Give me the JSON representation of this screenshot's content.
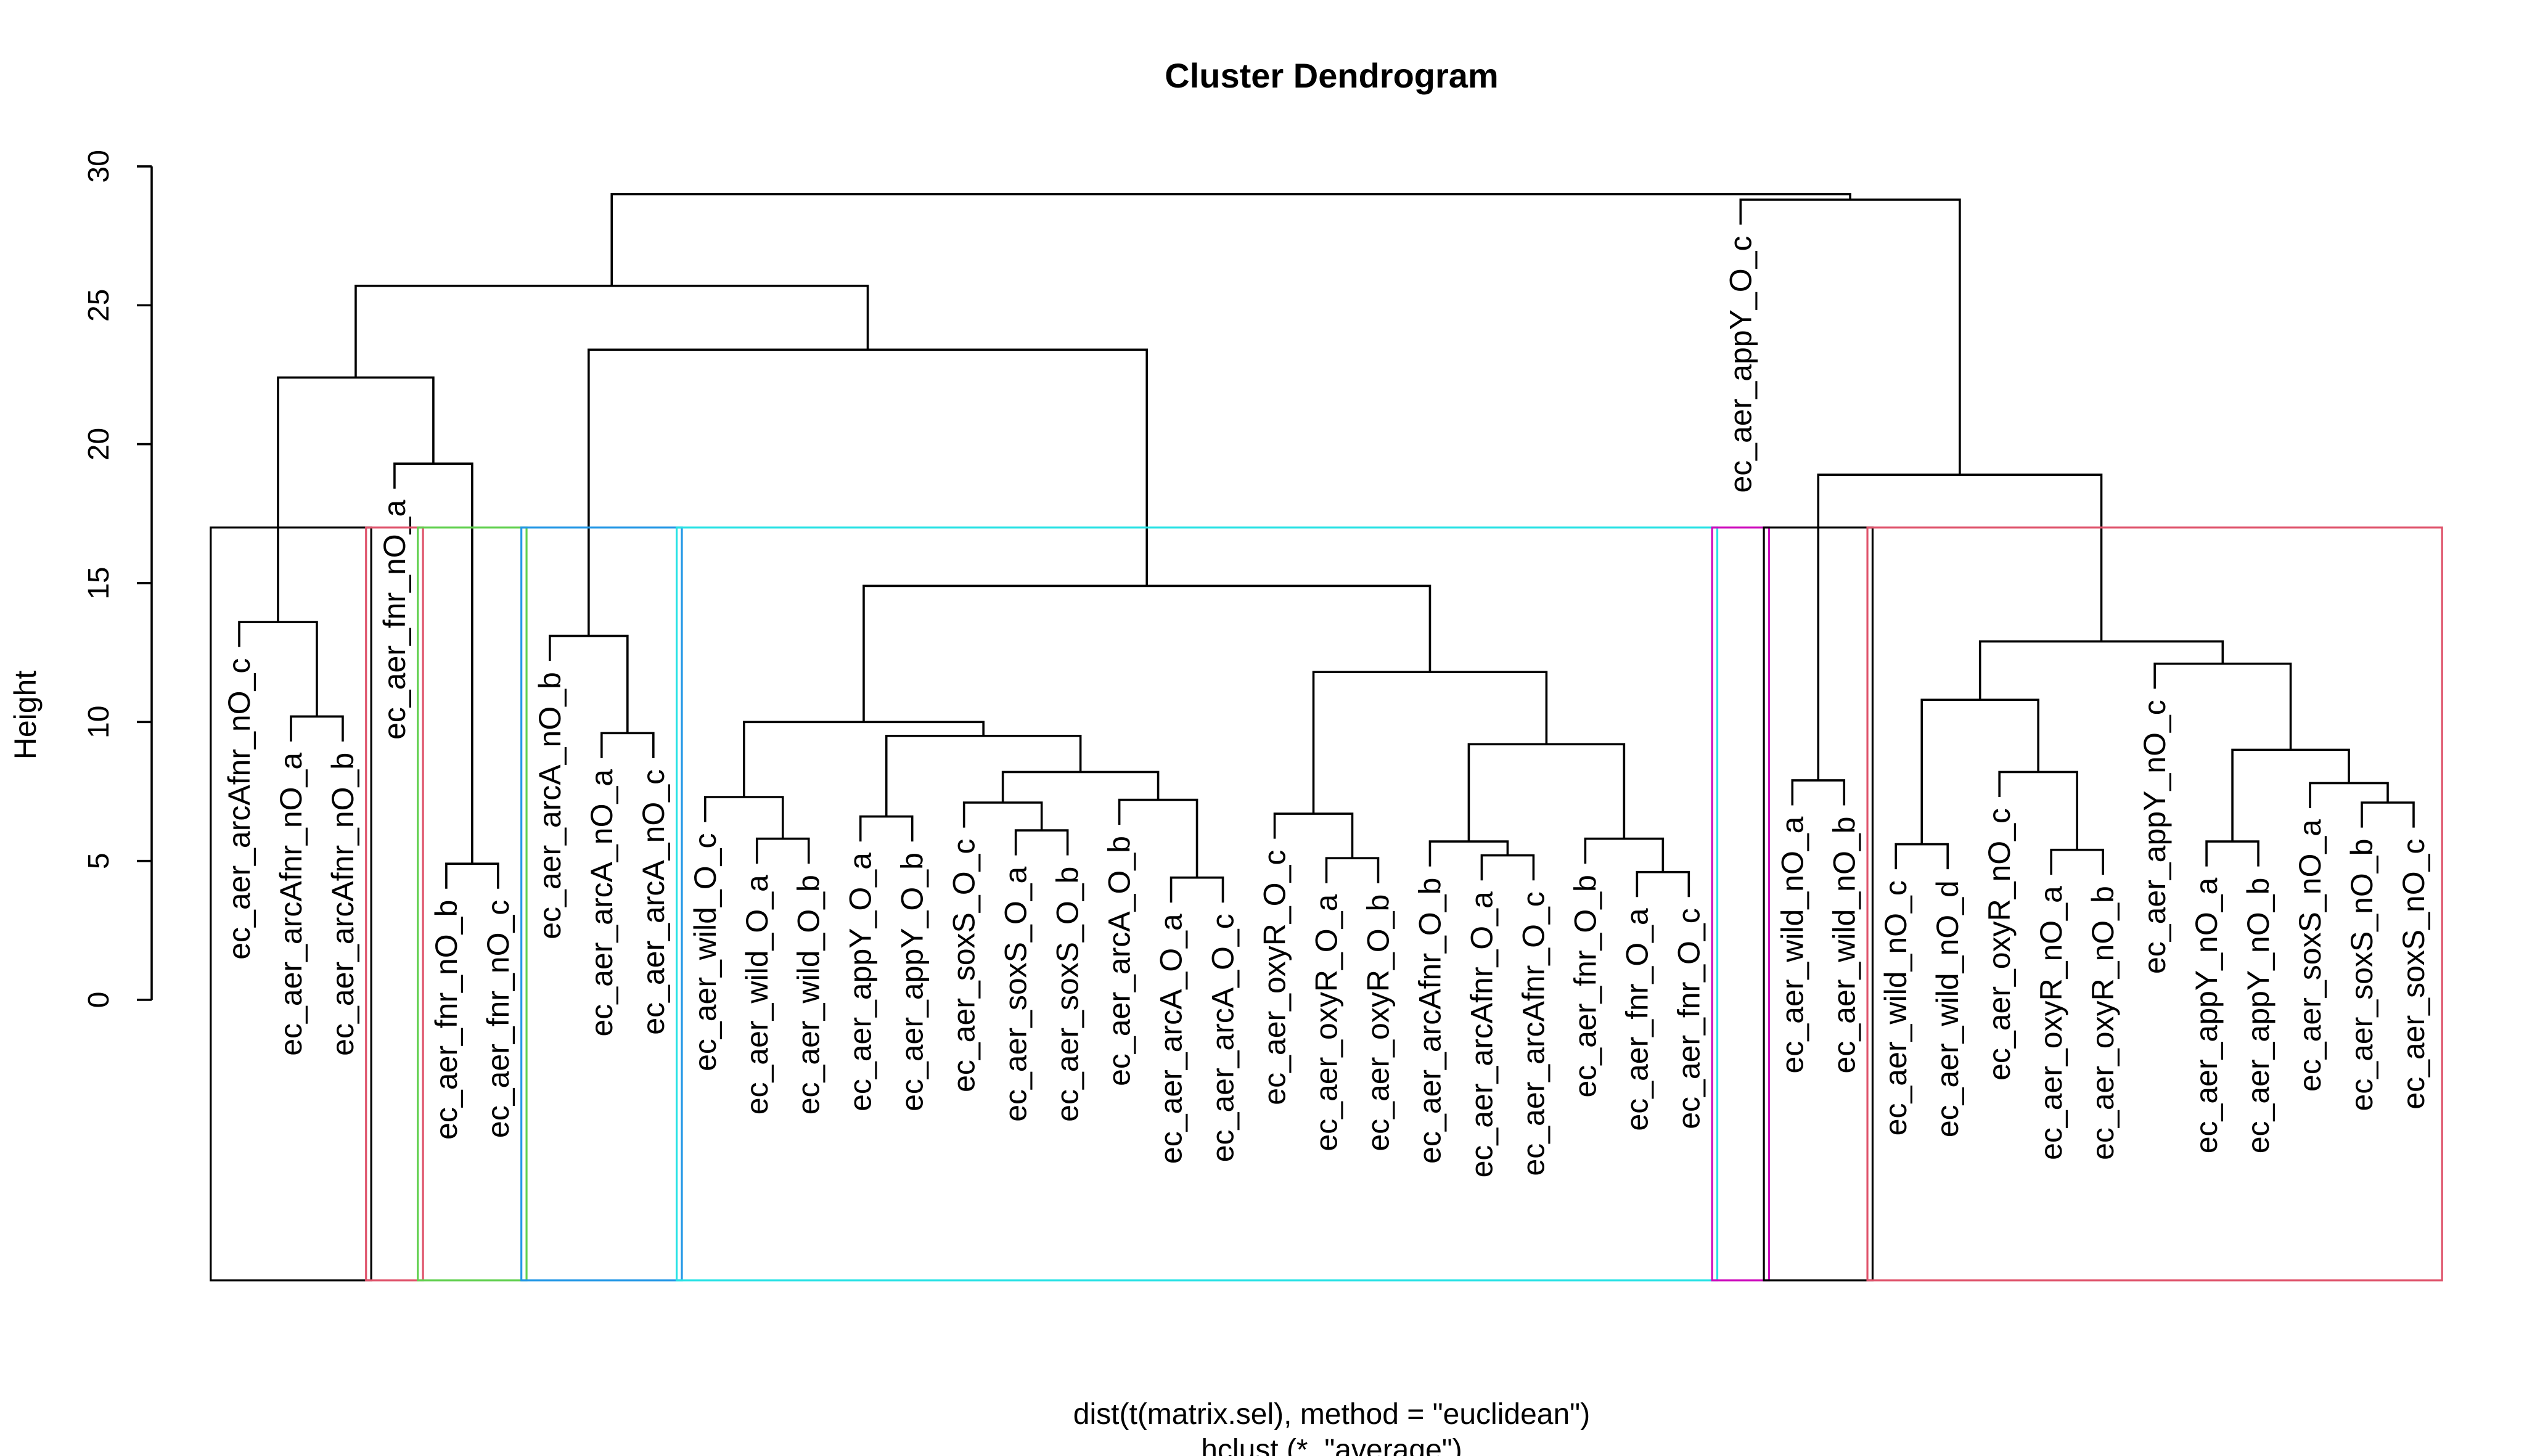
{
  "chart_data": {
    "type": "dendrogram",
    "title": "Cluster Dendrogram",
    "ylabel": "Height",
    "xlabel": "dist(t(matrix.sel), method = \"euclidean\")",
    "sublabel": "hclust (*, \"average\")",
    "ylim": [
      0,
      30
    ],
    "yticks": [
      0,
      5,
      10,
      15,
      20,
      25,
      30
    ],
    "cut_height": 17,
    "leaves": [
      "ec_aer_arcAfnr_nO_c",
      "ec_aer_arcAfnr_nO_a",
      "ec_aer_arcAfnr_nO_b",
      "ec_aer_fnr_nO_a",
      "ec_aer_fnr_nO_b",
      "ec_aer_fnr_nO_c",
      "ec_aer_arcA_nO_b",
      "ec_aer_arcA_nO_a",
      "ec_aer_arcA_nO_c",
      "ec_aer_wild_O_c",
      "ec_aer_wild_O_a",
      "ec_aer_wild_O_b",
      "ec_aer_appY_O_a",
      "ec_aer_appY_O_b",
      "ec_aer_soxS_O_c",
      "ec_aer_soxS_O_a",
      "ec_aer_soxS_O_b",
      "ec_aer_arcA_O_b",
      "ec_aer_arcA_O_a",
      "ec_aer_arcA_O_c",
      "ec_aer_oxyR_O_c",
      "ec_aer_oxyR_O_a",
      "ec_aer_oxyR_O_b",
      "ec_aer_arcAfnr_O_b",
      "ec_aer_arcAfnr_O_a",
      "ec_aer_arcAfnr_O_c",
      "ec_aer_fnr_O_b",
      "ec_aer_fnr_O_a",
      "ec_aer_fnr_O_c",
      "ec_aer_appY_O_c",
      "ec_aer_wild_nO_a",
      "ec_aer_wild_nO_b",
      "ec_aer_wild_nO_c",
      "ec_aer_wild_nO_d",
      "ec_aer_oxyR_nO_c",
      "ec_aer_oxyR_nO_a",
      "ec_aer_oxyR_nO_b",
      "ec_aer_appY_nO_c",
      "ec_aer_appY_nO_a",
      "ec_aer_appY_nO_b",
      "ec_aer_soxS_nO_a",
      "ec_aer_soxS_nO_b",
      "ec_aer_soxS_nO_c"
    ],
    "merges": [
      {
        "id": "m1",
        "left": 1,
        "right": 2,
        "height": 10.2
      },
      {
        "id": "m2",
        "left": 0,
        "right": "m1",
        "height": 13.6
      },
      {
        "id": "m3",
        "left": 4,
        "right": 5,
        "height": 4.9
      },
      {
        "id": "m4",
        "left": 3,
        "right": "m3",
        "height": 19.3
      },
      {
        "id": "m5",
        "left": "m2",
        "right": "m4",
        "height": 22.4
      },
      {
        "id": "m6",
        "left": 7,
        "right": 8,
        "height": 9.6
      },
      {
        "id": "m7",
        "left": 6,
        "right": "m6",
        "height": 13.1
      },
      {
        "id": "m8",
        "left": 10,
        "right": 11,
        "height": 5.8
      },
      {
        "id": "m9",
        "left": 9,
        "right": "m8",
        "height": 7.3
      },
      {
        "id": "m10",
        "left": 12,
        "right": 13,
        "height": 6.6
      },
      {
        "id": "m11",
        "left": 15,
        "right": 16,
        "height": 6.1
      },
      {
        "id": "m12",
        "left": 14,
        "right": "m11",
        "height": 7.1
      },
      {
        "id": "m13",
        "left": 18,
        "right": 19,
        "height": 4.4
      },
      {
        "id": "m14",
        "left": 17,
        "right": "m13",
        "height": 7.2
      },
      {
        "id": "m15",
        "left": "m12",
        "right": "m14",
        "height": 8.2
      },
      {
        "id": "m16",
        "left": "m10",
        "right": "m15",
        "height": 9.5
      },
      {
        "id": "m17",
        "left": "m9",
        "right": "m16",
        "height": 10.0
      },
      {
        "id": "m18",
        "left": 21,
        "right": 22,
        "height": 5.1
      },
      {
        "id": "m19",
        "left": 20,
        "right": "m18",
        "height": 6.7
      },
      {
        "id": "m20",
        "left": 24,
        "right": 25,
        "height": 5.2
      },
      {
        "id": "m21",
        "left": 23,
        "right": "m20",
        "height": 5.7
      },
      {
        "id": "m22",
        "left": 27,
        "right": 28,
        "height": 4.6
      },
      {
        "id": "m23",
        "left": 26,
        "right": "m22",
        "height": 5.8
      },
      {
        "id": "m24",
        "left": "m21",
        "right": "m23",
        "height": 9.2
      },
      {
        "id": "m25",
        "left": "m19",
        "right": "m24",
        "height": 11.8
      },
      {
        "id": "m26",
        "left": "m17",
        "right": "m25",
        "height": 14.9
      },
      {
        "id": "m27",
        "left": "m7",
        "right": "m26",
        "height": 23.4
      },
      {
        "id": "m28",
        "left": "m5",
        "right": "m27",
        "height": 25.7
      },
      {
        "id": "m29",
        "left": 30,
        "right": 31,
        "height": 7.9
      },
      {
        "id": "m30",
        "left": 32,
        "right": 33,
        "height": 5.6
      },
      {
        "id": "m31",
        "left": 35,
        "right": 36,
        "height": 5.4
      },
      {
        "id": "m32",
        "left": 34,
        "right": "m31",
        "height": 8.2
      },
      {
        "id": "m33",
        "left": "m30",
        "right": "m32",
        "height": 10.8
      },
      {
        "id": "m34",
        "left": 38,
        "right": 39,
        "height": 5.7
      },
      {
        "id": "m35",
        "left": 41,
        "right": 42,
        "height": 7.1
      },
      {
        "id": "m36",
        "left": 40,
        "right": "m35",
        "height": 7.8
      },
      {
        "id": "m37",
        "left": "m34",
        "right": "m36",
        "height": 9.0
      },
      {
        "id": "m38",
        "left": 37,
        "right": "m37",
        "height": 12.1
      },
      {
        "id": "m39",
        "left": "m33",
        "right": "m38",
        "height": 12.9
      },
      {
        "id": "m40",
        "left": "m29",
        "right": "m39",
        "height": 18.9
      },
      {
        "id": "m41",
        "left": 29,
        "right": "m40",
        "height": 28.8
      },
      {
        "id": "m42",
        "left": "m28",
        "right": "m41",
        "height": 29.0
      }
    ],
    "clusters": [
      {
        "from": 0,
        "to": 2,
        "color": "#000000"
      },
      {
        "from": 3,
        "to": 3,
        "color": "#DF536B"
      },
      {
        "from": 4,
        "to": 5,
        "color": "#61D04F"
      },
      {
        "from": 6,
        "to": 8,
        "color": "#2297E6"
      },
      {
        "from": 9,
        "to": 28,
        "color": "#28E2E5"
      },
      {
        "from": 29,
        "to": 29,
        "color": "#CD0BBC"
      },
      {
        "from": 30,
        "to": 31,
        "color": "#000000"
      },
      {
        "from": 32,
        "to": 42,
        "color": "#DF536B"
      }
    ]
  }
}
